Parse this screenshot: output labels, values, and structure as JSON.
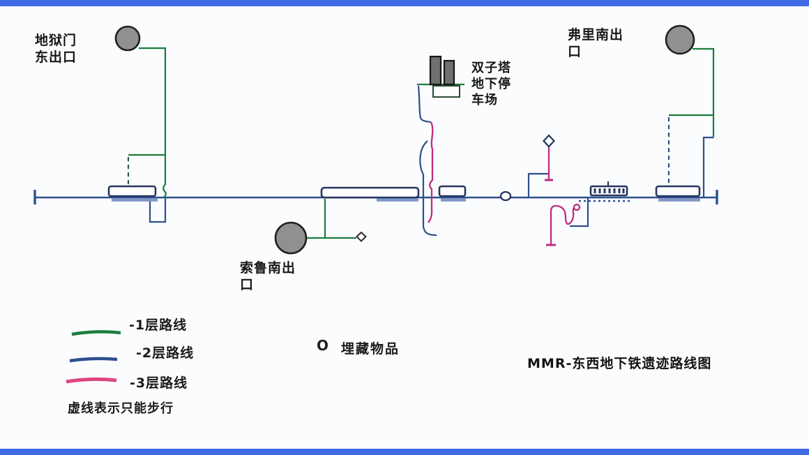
{
  "colors": {
    "level1_green": "#1c7c3b",
    "level1_dash": "#2a5c3a",
    "level2_navy": "#2e4f8e",
    "level3_magenta": "#c02c7c",
    "main_line": "#3d5a96",
    "platform_stroke": "#24365e",
    "platform_shadow": "#8096c8",
    "circle_fill": "#909090",
    "circle_stroke": "#1f1f1f",
    "tower_fill": "#707070",
    "parking_stroke": "#2a4a35",
    "border_bar": "#4169e1"
  },
  "labels": {
    "hellgate_east_exit": "地狱门\n东出口",
    "fulia_south_exit": "弗里南出\n口",
    "twin_tower_parking": "双子塔\n地下停\n车场",
    "soru_south_exit": "索鲁南出\n口"
  },
  "legend": {
    "items": [
      {
        "label": "-1层路线",
        "color": "#1c7c3b"
      },
      {
        "label": "-2层路线",
        "color": "#2e4f8e"
      },
      {
        "label": "-3层路线",
        "color": "#e0457f"
      }
    ],
    "dashed_note": "虚线表示只能步行",
    "buried_item_symbol": "O",
    "buried_item_label": "埋藏物品"
  },
  "title": "MMR-东西地下铁遗迹路线图"
}
